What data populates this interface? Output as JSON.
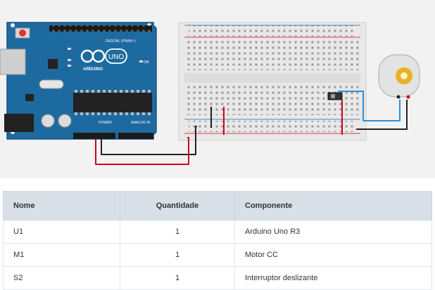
{
  "colors": {
    "arduino_board": "#1d6aa0",
    "breadboard": "#e8e8e8",
    "wire_red": "#d0021b",
    "wire_black": "#222222",
    "wire_blue": "#2a8fd6",
    "motor_gear": "#e8b320",
    "table_header_bg": "#d9dfe6"
  },
  "arduino": {
    "brand_text": "ARDUINO",
    "model_text": "UNO",
    "digital_label": "DIGITAL (PWM~)",
    "power_label": "POWER",
    "analog_label": "ANALOG IN",
    "on_label": "ON"
  },
  "table": {
    "headers": {
      "name": "Nome",
      "quantity": "Quantidade",
      "component": "Componente"
    },
    "rows": [
      {
        "name": "U1",
        "quantity": "1",
        "component": "Arduino Uno R3"
      },
      {
        "name": "M1",
        "quantity": "1",
        "component": "Motor CC"
      },
      {
        "name": "S2",
        "quantity": "1",
        "component": "Interruptor deslizante"
      }
    ]
  }
}
